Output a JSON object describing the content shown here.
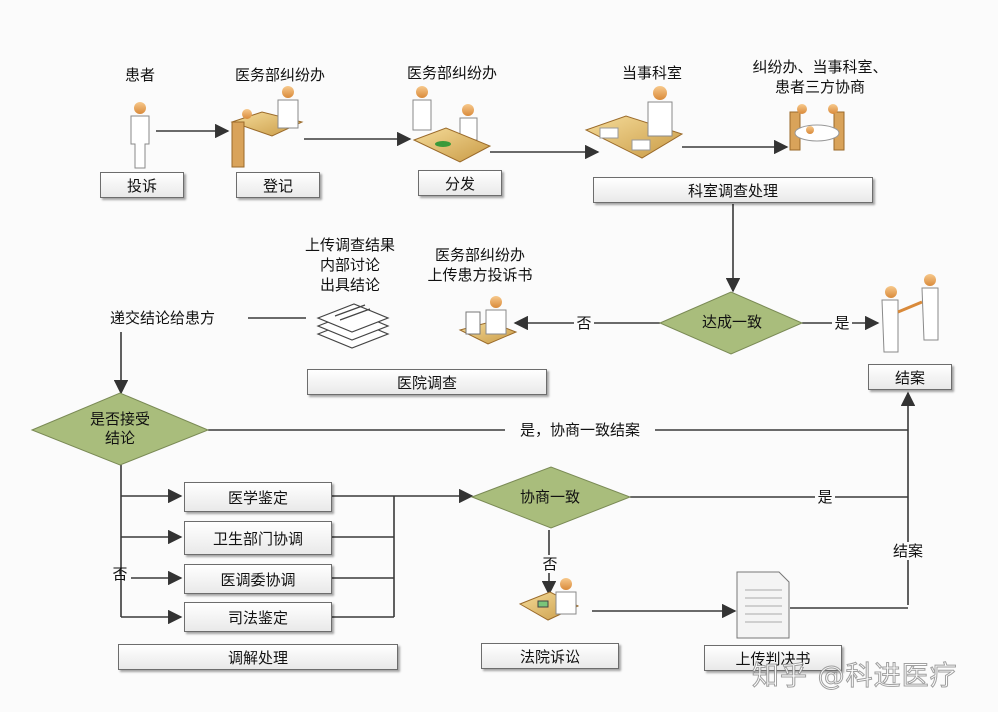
{
  "diagram": {
    "title_hint": "医疗纠纷处理流程",
    "colors": {
      "diamond_fill": "#a9bd7c",
      "line": "#3a3a3a",
      "box_border": "#6d6d6d"
    },
    "top_row": {
      "patient": {
        "caption": "患者",
        "box": "投诉",
        "icon": "standing-person-icon"
      },
      "register": {
        "caption": "医务部纠纷办",
        "box": "登记",
        "icon": "person-at-desk-icon"
      },
      "dispatch": {
        "caption": "医务部纠纷办",
        "box": "分发",
        "icon": "two-people-table-icon"
      },
      "department": {
        "caption": "当事科室",
        "icon": "person-with-papers-icon"
      },
      "tripartite": {
        "caption_line1": "纠纷办、当事科室、",
        "caption_line2": "患者三方协商",
        "icon": "meeting-table-icon"
      },
      "dept_box": "科室调查处理"
    },
    "middle_row": {
      "agree_diamond": "达成一致",
      "no_label": "否",
      "yes_label": "是",
      "upload_caption_line1": "医务部纠纷办",
      "upload_caption_line2": "上传患方投诉书",
      "docs_caption_line1": "上传调查结果",
      "docs_caption_line2": "内部讨论",
      "docs_caption_line3": "出具结论",
      "hospital_box": "医院调查",
      "handshake_box": "结案",
      "deliver_label": "递交结论给患方"
    },
    "bottom": {
      "accept_diamond_line1": "是否接受",
      "accept_diamond_line2": "结论",
      "accept_yes_label": "是，协商一致结案",
      "no_label": "否",
      "options": [
        "医学鉴定",
        "卫生部门协调",
        "医调委协调",
        "司法鉴定"
      ],
      "mediation_box": "调解处理",
      "consensus_diamond": "协商一致",
      "consensus_yes": "是",
      "consensus_no": "否",
      "court_box": "法院诉讼",
      "judgment_box": "上传判决书",
      "close_label": "结案"
    },
    "watermark": "知乎 @科进医疗"
  }
}
